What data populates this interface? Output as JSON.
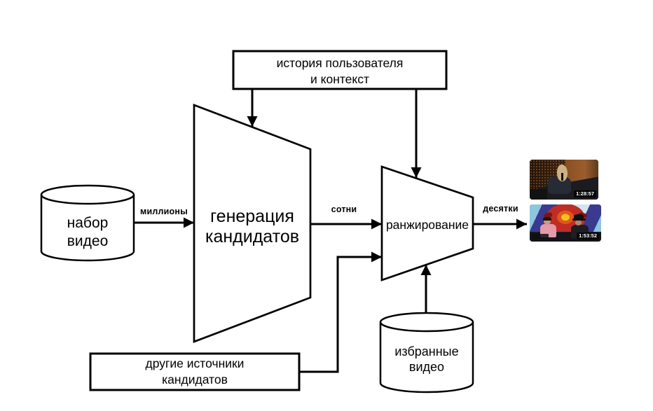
{
  "diagram": {
    "background": "#ffffff",
    "stroke_color": "#000000",
    "top_box": {
      "line1": "история пользователя",
      "line2": "и контекст"
    },
    "source_db": {
      "line1": "набор",
      "line2": "видео"
    },
    "candidate_gen": {
      "line1": "генерация",
      "line2": "кандидатов"
    },
    "ranking": {
      "label": "ранжирование"
    },
    "edge_labels": {
      "millions": "миллионы",
      "hundreds": "сотни",
      "tens": "десятки"
    },
    "other_sources": {
      "line1": "другие источники",
      "line2": "кандидатов"
    },
    "featured_db": {
      "line1": "избранные",
      "line2": "видео"
    },
    "thumbnails": [
      {
        "duration": "1:28:57"
      },
      {
        "duration": "1:53:52"
      }
    ]
  }
}
